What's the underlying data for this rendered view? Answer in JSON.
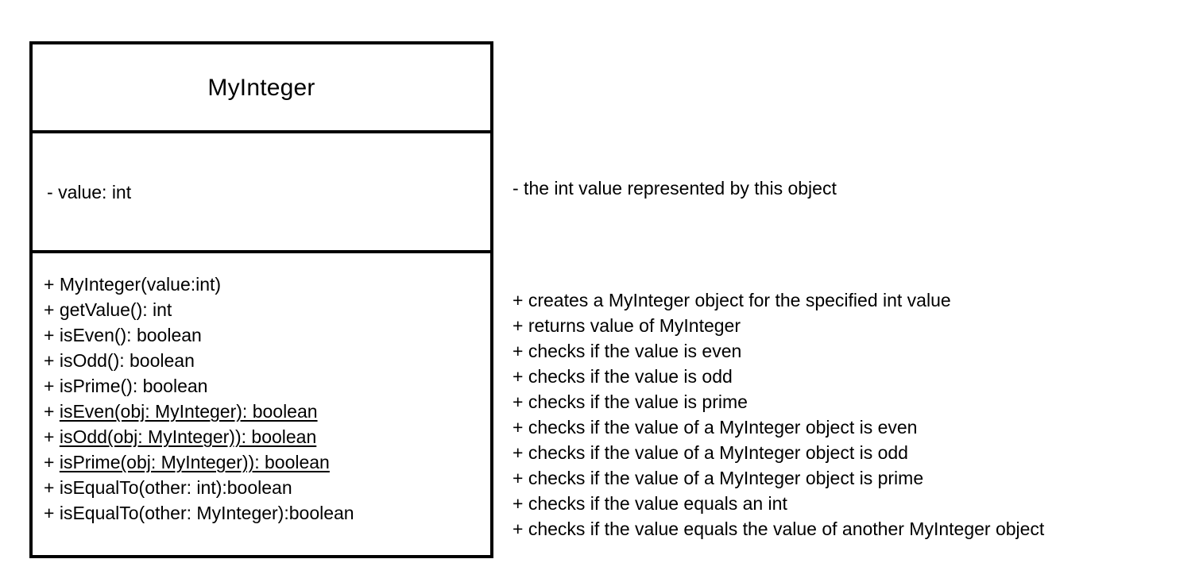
{
  "diagram": {
    "kind": "uml-class-diagram",
    "background_color": "#ffffff",
    "line_color": "#000000",
    "text_color": "#000000"
  },
  "class_box": {
    "name": "MyInteger",
    "attributes": [
      {
        "sigil": "-",
        "signature": "value: int",
        "static": false
      }
    ],
    "operations": [
      {
        "sigil": "+",
        "signature": "MyInteger(value:int)",
        "static": false
      },
      {
        "sigil": "+",
        "signature": "getValue(): int",
        "static": false
      },
      {
        "sigil": "+",
        "signature": "isEven(): boolean",
        "static": false
      },
      {
        "sigil": "+",
        "signature": "isOdd(): boolean",
        "static": false
      },
      {
        "sigil": "+",
        "signature": "isPrime(): boolean",
        "static": false
      },
      {
        "sigil": "+",
        "signature": "isEven(obj: MyInteger): boolean",
        "static": true
      },
      {
        "sigil": "+",
        "signature": "isOdd(obj: MyInteger)): boolean",
        "static": true
      },
      {
        "sigil": "+",
        "signature": "isPrime(obj: MyInteger)): boolean",
        "static": true
      },
      {
        "sigil": "+",
        "signature": "isEqualTo(other: int):boolean",
        "static": false
      },
      {
        "sigil": "+",
        "signature": "isEqualTo(other: MyInteger):boolean",
        "static": false
      }
    ]
  },
  "annotations": {
    "attribute_notes": [
      "- the int value represented by this object"
    ],
    "operation_notes": [
      "+ creates a MyInteger object for the specified int value",
      "+ returns value of MyInteger",
      "+ checks if the value is even",
      "+ checks if the value is odd",
      "+ checks if the value is prime",
      "+ checks if the value of a MyInteger object is even",
      "+ checks if the value of a MyInteger object is odd",
      "+ checks if the value of a MyInteger object is prime",
      "+ checks if the value equals an int",
      "+ checks if the value equals the value of another MyInteger object"
    ]
  }
}
